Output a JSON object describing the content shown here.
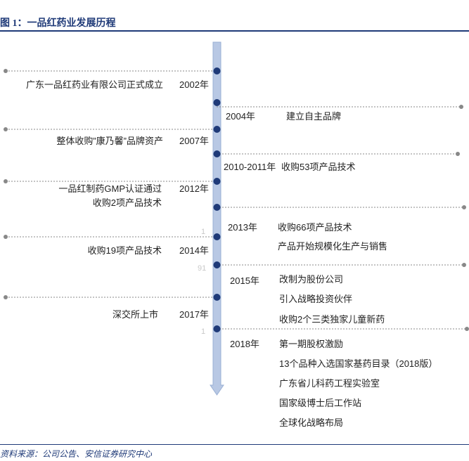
{
  "header": {
    "title": "图 1：一品红药业发展历程"
  },
  "source": "资料来源：公司公告、安信证券研究中心",
  "timeline": {
    "left_events": [
      {
        "year": "2002年",
        "texts": [
          "广东一品红药业有限公司正式成立"
        ]
      },
      {
        "year": "2007年",
        "texts": [
          "整体收购”康乃馨”品牌资产"
        ]
      },
      {
        "year": "2012年",
        "texts": [
          "一品红制药GMP认证通过",
          "收购2项产品技术"
        ]
      },
      {
        "year": "2014年",
        "texts": [
          "收购19项产品技术"
        ]
      },
      {
        "year": "2017年",
        "texts": [
          "深交所上市"
        ]
      }
    ],
    "right_events": [
      {
        "year": "2004年",
        "texts": [
          "建立自主品牌"
        ]
      },
      {
        "year": "2010-2011年",
        "texts": [
          "收购53项产品技术"
        ]
      },
      {
        "year": "2013年",
        "texts": [
          "收购66项产品技术",
          "产品开始规模化生产与销售"
        ]
      },
      {
        "year": "2015年",
        "texts": [
          "改制为股份公司",
          "引入战略投资伙伴",
          "收购2个三类独家儿童新药"
        ]
      },
      {
        "year": "2018年",
        "texts": [
          "第一期股权激励",
          "13个品种入选国家基药目录（2018版）",
          "广东省儿科药工程实验室",
          "国家级博士后工作站",
          "全球化战略布局"
        ]
      }
    ],
    "faint_marks": [
      "1",
      "91",
      "1"
    ]
  },
  "colors": {
    "axis": "#b8c8e4",
    "node": "#1f3a78",
    "title": "#1f3a78",
    "dotted": "#888888"
  }
}
